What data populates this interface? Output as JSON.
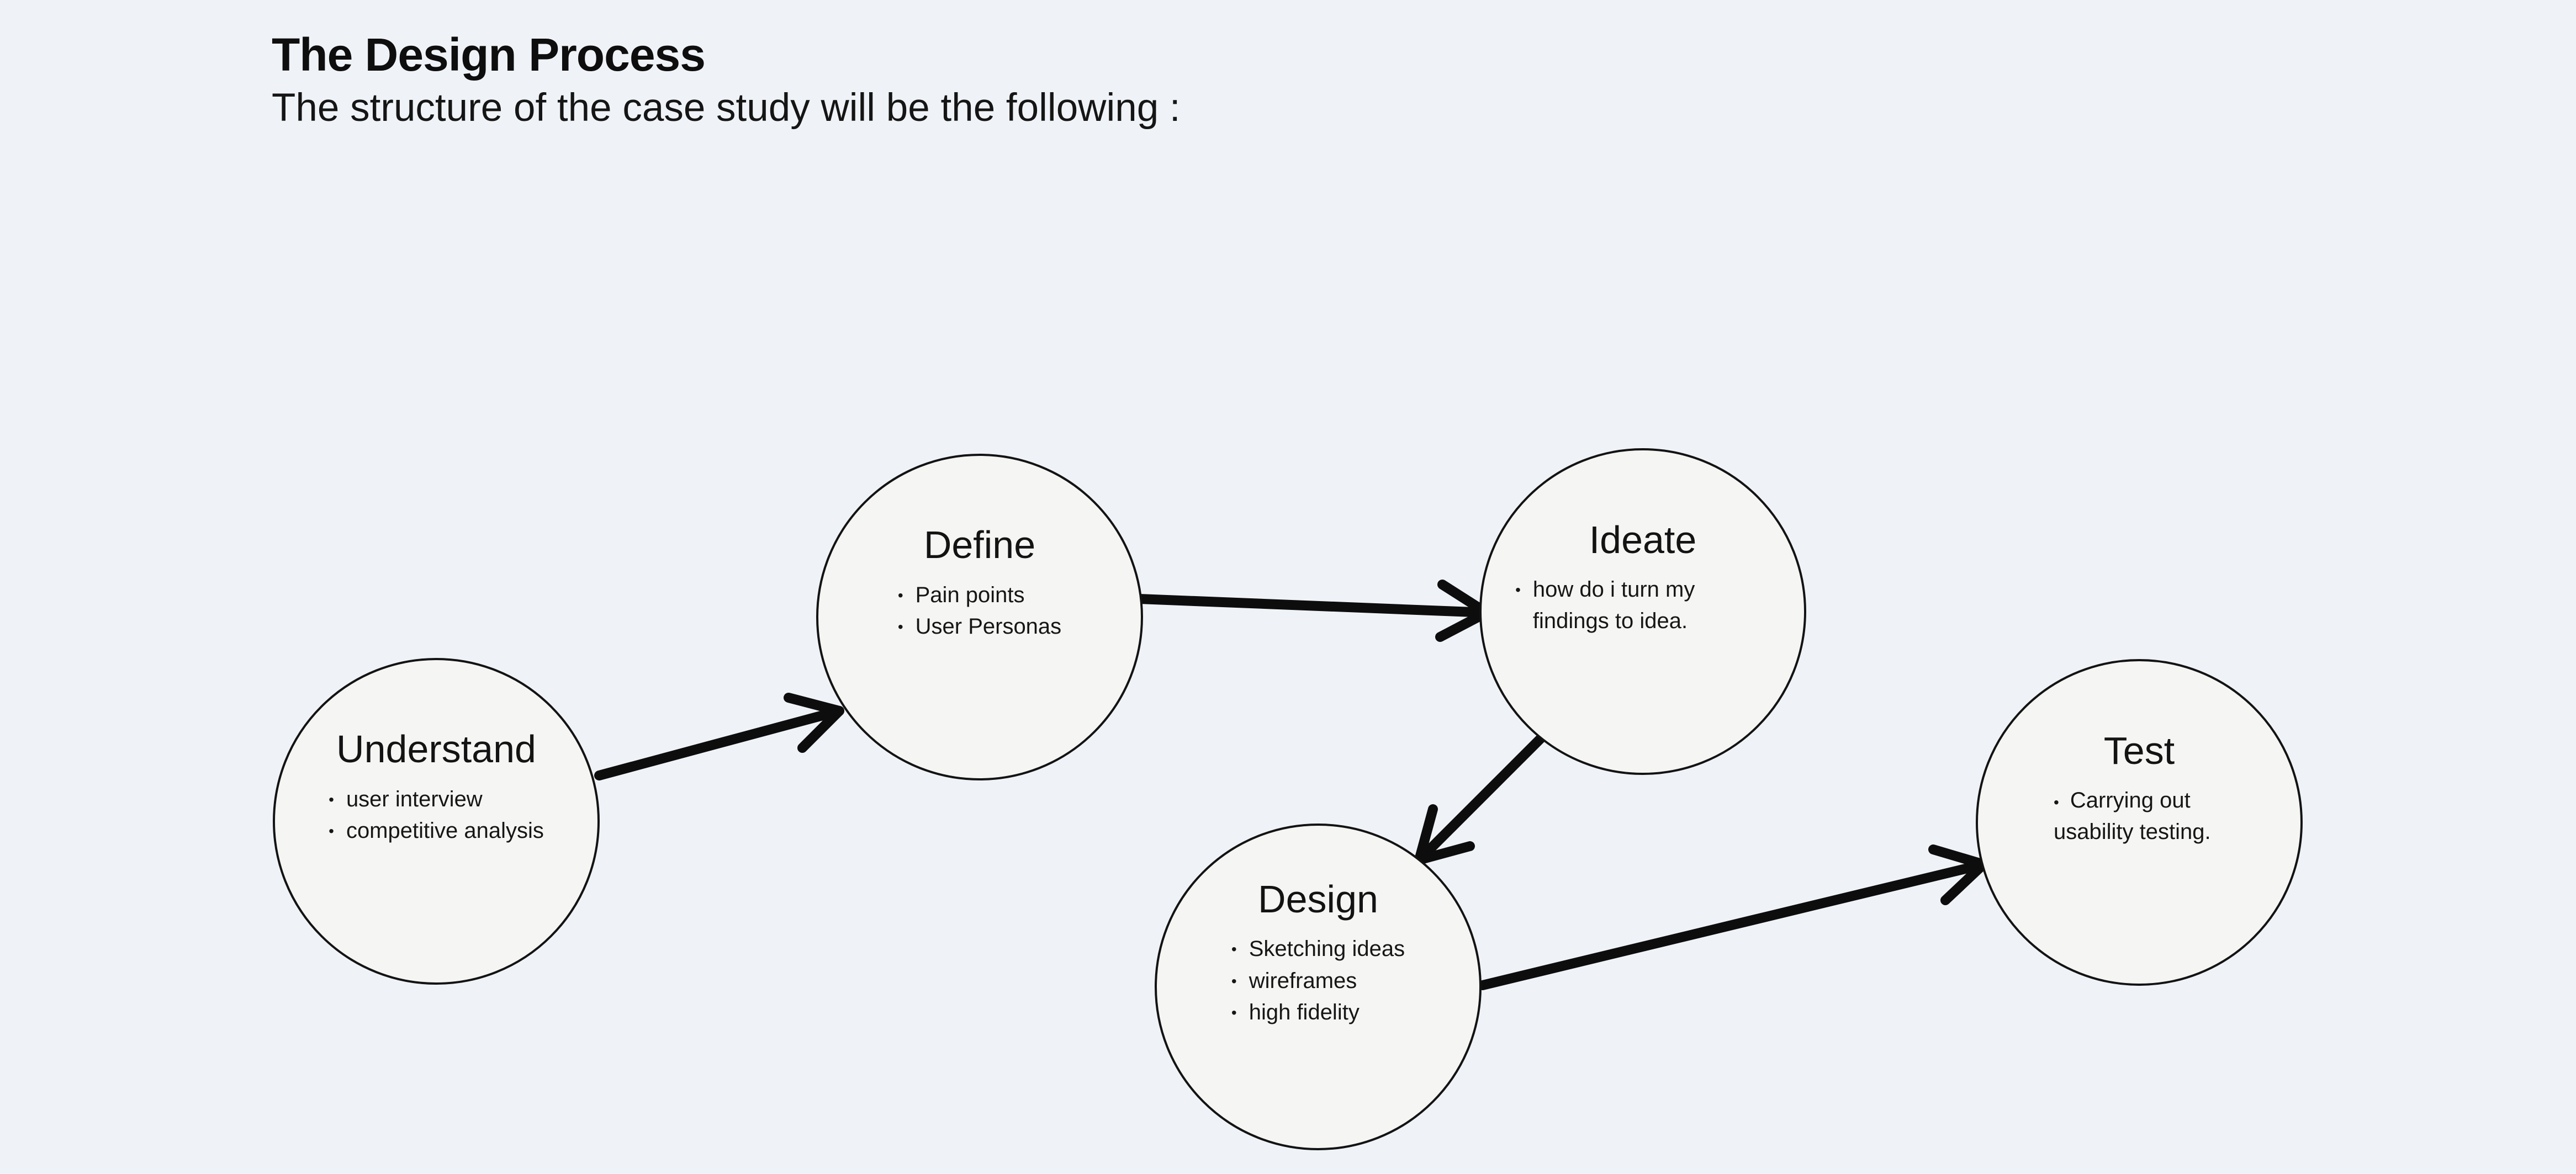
{
  "page": {
    "title": "The Design Process",
    "subtitle": "The structure of the case study will be the following :"
  },
  "diagram": {
    "bullet_char": "•",
    "nodes": [
      {
        "id": "understand",
        "title": "Understand",
        "bullets": [
          "user interview",
          "competitive analysis"
        ]
      },
      {
        "id": "define",
        "title": "Define",
        "bullets": [
          "Pain points",
          "User Personas"
        ]
      },
      {
        "id": "ideate",
        "title": "Ideate",
        "bullets": [
          "how do i turn my findings to idea."
        ]
      },
      {
        "id": "design",
        "title": "Design",
        "bullets": [
          "Sketching ideas",
          "wireframes",
          "high fidelity"
        ]
      },
      {
        "id": "test",
        "title": "Test",
        "bullets": [
          "Carrying out usability testing."
        ]
      }
    ],
    "connections": [
      {
        "from": "Understand",
        "to": "Define"
      },
      {
        "from": "Define",
        "to": "Ideate"
      },
      {
        "from": "Ideate",
        "to": "Design"
      },
      {
        "from": "Design",
        "to": "Test"
      }
    ],
    "colors": {
      "background": "#eff3f7",
      "node_fill": "#f5f5f3",
      "stroke": "#111111"
    }
  }
}
